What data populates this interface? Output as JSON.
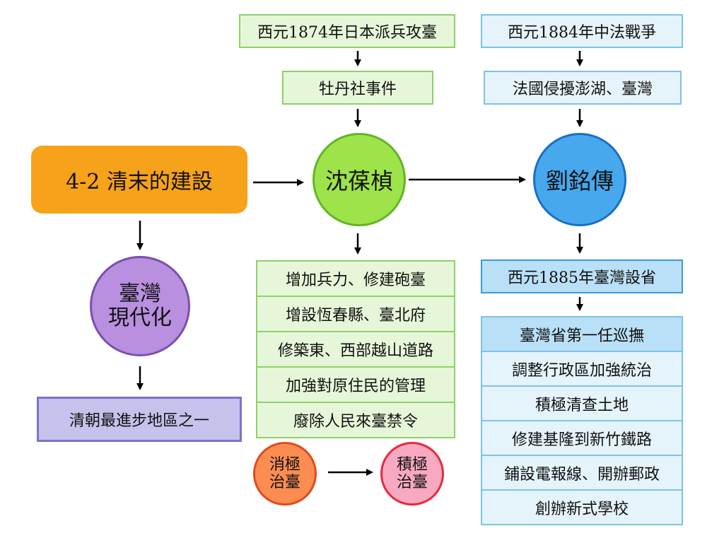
{
  "title_box": {
    "label": "4-2  清末的建設"
  },
  "modernization": {
    "circle_label": "臺灣\n現代化",
    "result": "清朝最進步地區之一"
  },
  "shen": {
    "event_cause": "西元1874年日本派兵攻臺",
    "event": "牡丹社事件",
    "name": "沈葆楨",
    "measures": [
      "增加兵力、修建砲臺",
      "增設恆春縣、臺北府",
      "修築東、西部越山道路",
      "加強對原住民的管理",
      "廢除人民來臺禁令"
    ],
    "policy_from": "消極\n治臺",
    "policy_to": "積極\n治臺"
  },
  "liu": {
    "event_cause": "西元1884年中法戰爭",
    "event": "法國侵擾澎湖、臺灣",
    "name": "劉銘傳",
    "province": "西元1885年臺灣設省",
    "governor_heading": "臺灣省第一任巡撫",
    "measures": [
      "調整行政區加強統治",
      "積極清查土地",
      "修建基隆到新竹鐵路",
      "鋪設電報線、開辦郵政",
      "創辦新式學校"
    ]
  },
  "colors": {
    "title_orange": "#f7a21b",
    "green_circle": "#9ee34a",
    "blue_circle": "#47a8ee",
    "purple_circle": "#b98fe0",
    "purple_box": "#c5c2ec",
    "orange_circle": "#fb8d52",
    "pink_circle": "#f7a9c1"
  }
}
